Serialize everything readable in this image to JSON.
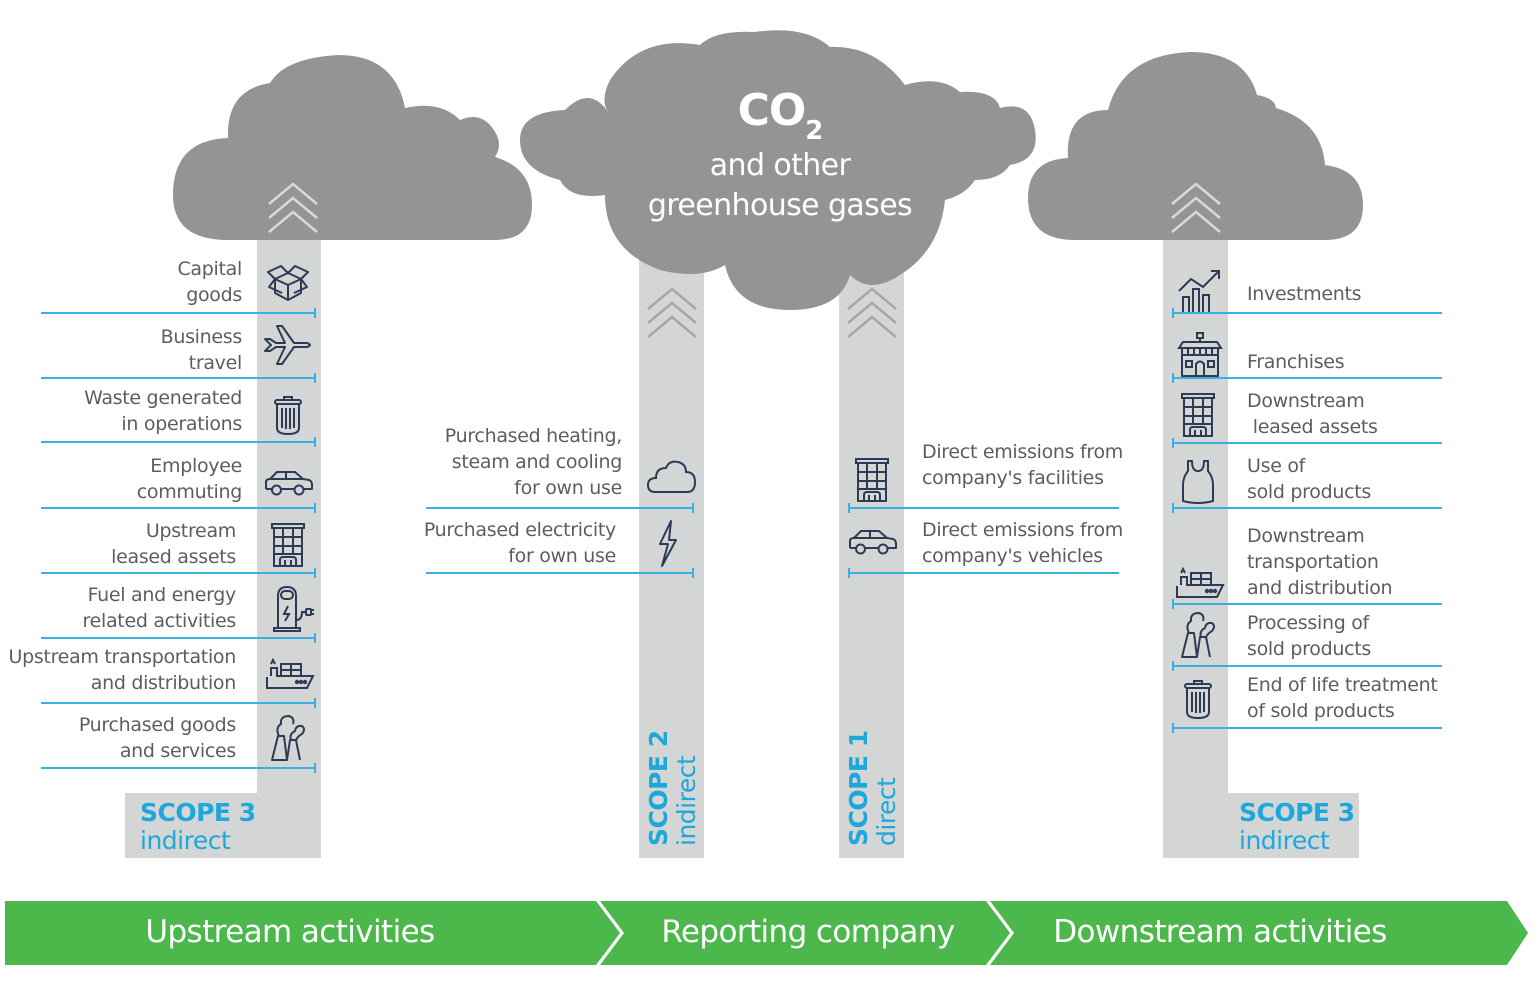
{
  "cloud": {
    "formula_main": "CO",
    "formula_sub": "2",
    "line1": "and other",
    "line2": "greenhouse gases"
  },
  "scope3_upstream": {
    "title": "SCOPE 3",
    "subtitle": "indirect",
    "items": [
      {
        "label_l1": "Capital",
        "label_l2": "goods",
        "icon": "open-box-icon"
      },
      {
        "label_l1": "Business",
        "label_l2": "travel",
        "icon": "airplane-icon"
      },
      {
        "label_l1": "Waste generated",
        "label_l2": "in operations",
        "icon": "trash-bin-icon"
      },
      {
        "label_l1": "Employee",
        "label_l2": "commuting",
        "icon": "car-icon"
      },
      {
        "label_l1": "Upstream",
        "label_l2": "leased assets",
        "icon": "office-building-icon"
      },
      {
        "label_l1": "Fuel and energy",
        "label_l2": "related activities",
        "icon": "charging-station-icon"
      },
      {
        "label_l1": "Upstream transportation",
        "label_l2": "and distribution",
        "icon": "cargo-ship-icon"
      },
      {
        "label_l1": "Purchased goods",
        "label_l2": "and services",
        "icon": "factory-smokestack-icon"
      }
    ]
  },
  "scope2": {
    "title": "SCOPE 2",
    "subtitle": "indirect",
    "items": [
      {
        "label_l1": "Purchased heating,",
        "label_l2": "steam and cooling",
        "label_l3": "for own use",
        "icon": "cloud-icon"
      },
      {
        "label_l1": "Purchased electricity",
        "label_l2": "for own use",
        "icon": "lightning-bolt-icon"
      }
    ]
  },
  "scope1": {
    "title": "SCOPE 1",
    "subtitle": "direct",
    "items": [
      {
        "label_l1": "Direct emissions from",
        "label_l2": "company's facilities",
        "icon": "office-building-icon"
      },
      {
        "label_l1": "Direct emissions from",
        "label_l2": "company's vehicles",
        "icon": "car-icon"
      }
    ]
  },
  "scope3_downstream": {
    "title": "SCOPE 3",
    "subtitle": "indirect",
    "items": [
      {
        "label_l1": "Investments",
        "label_l2": "",
        "icon": "growth-chart-icon"
      },
      {
        "label_l1": "",
        "label_l2": "Franchises",
        "icon": "storefront-icon"
      },
      {
        "label_l1": "Downstream",
        "label_l2": " leased assets",
        "icon": "office-building-icon"
      },
      {
        "label_l1": "Use of",
        "label_l2": "sold products",
        "icon": "tank-top-icon"
      },
      {
        "label_l1": "Downstream",
        "label_l2": "transportation",
        "label_l3": "and distribution",
        "icon": "cargo-ship-icon"
      },
      {
        "label_l1": "Processing of",
        "label_l2": "sold products",
        "icon": "factory-smokestack-icon"
      },
      {
        "label_l1": "End of life treatment",
        "label_l2": "of sold products",
        "icon": "trash-bin-icon"
      }
    ]
  },
  "value_chain": [
    {
      "label": "Upstream activities"
    },
    {
      "label": "Reporting company"
    },
    {
      "label": "Downstream activities"
    }
  ],
  "colors": {
    "cloud": "#929495",
    "pillar": "#d4d6d6",
    "accent_blue": "#1ca7dd",
    "line_blue": "#38b0e3",
    "arrow_green": "#4cb74a",
    "text_gray": "#5b5e61",
    "icon_navy": "#2d3a55"
  }
}
